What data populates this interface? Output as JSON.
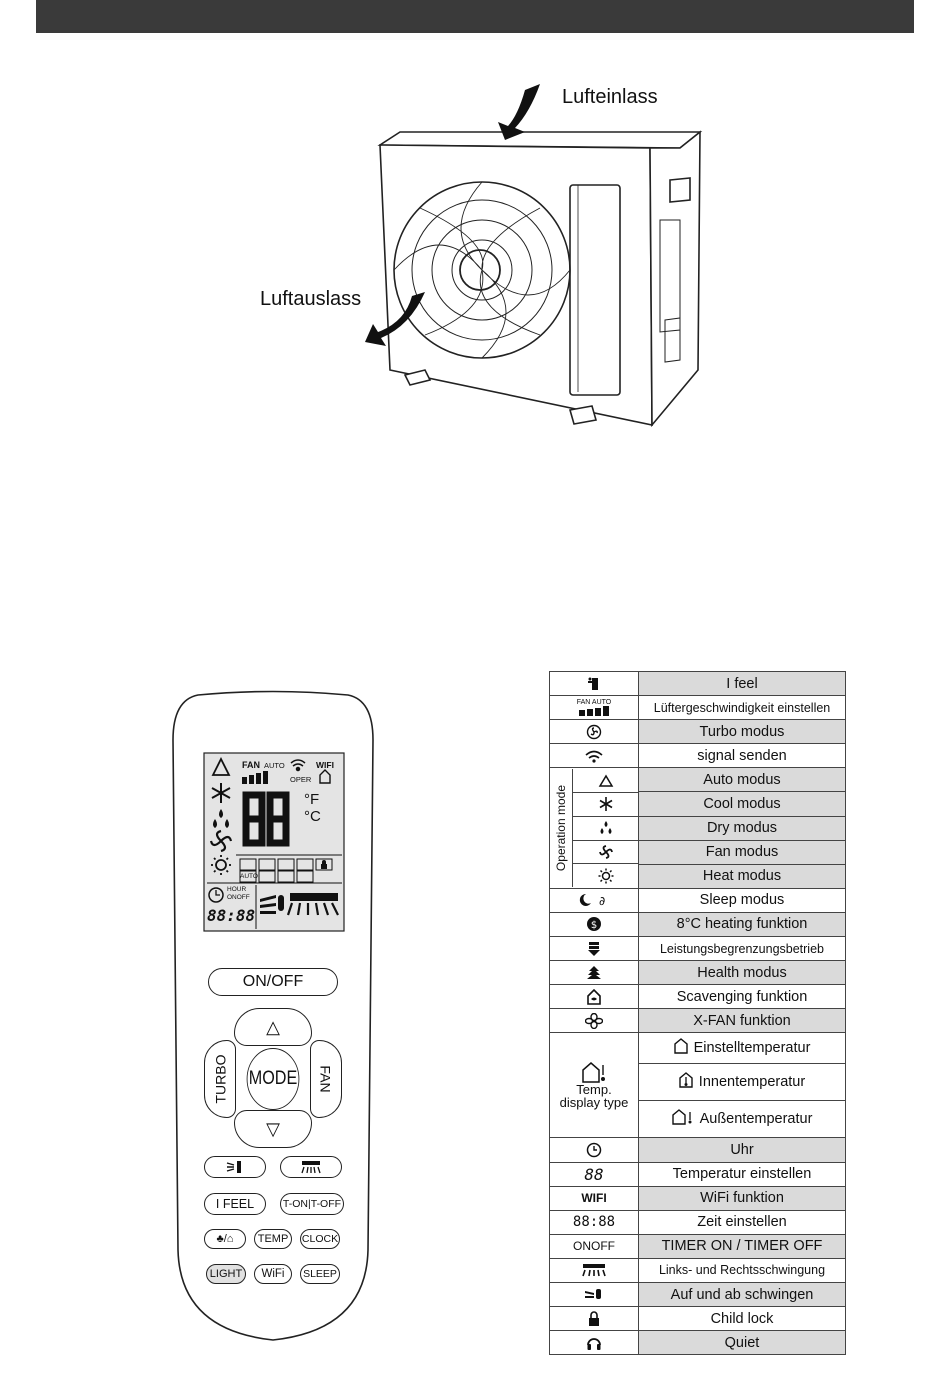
{
  "figure": {
    "air_inlet_label": "Lufteinlass",
    "air_outlet_label": "Luftauslass"
  },
  "remote": {
    "lcd": {
      "fan_label": "FAN",
      "auto_label": "AUTO",
      "wifi_label": "WIFI",
      "oper_label": "OPER",
      "digits": "88",
      "unit_f": "°F",
      "unit_c": "°C",
      "mode_auto": "AUTO",
      "hour_label": "HOUR",
      "onoff_label": "ONOFF",
      "clock_digits": "88:88"
    },
    "buttons": {
      "onoff": "ON/OFF",
      "up": "△",
      "down": "▽",
      "mode": "MODE",
      "turbo": "TURBO",
      "fan": "FAN",
      "i_feel": "I FEEL",
      "timer": "T-ON|T-OFF",
      "health": "♣/⌂",
      "temp": "TEMP",
      "clock": "CLOCK",
      "light": "LIGHT",
      "wifi": "WiFi",
      "sleep": "SLEEP"
    }
  },
  "legend": {
    "operation_mode_label": "Operation mode",
    "temp_display_label_1": "Temp.",
    "temp_display_label_2": "display type",
    "rows": [
      {
        "icon": "i-feel-icon",
        "text": "I feel"
      },
      {
        "icon": "fan-speed-icon",
        "icon_text": "FAN AUTO",
        "text": "Lüftergeschwindigkeit einstellen"
      },
      {
        "icon": "turbo-icon",
        "text": "Turbo modus"
      },
      {
        "icon": "signal-icon",
        "text": "signal senden"
      },
      {
        "icon": "auto-mode-icon",
        "text": "Auto modus"
      },
      {
        "icon": "cool-mode-icon",
        "text": "Cool modus"
      },
      {
        "icon": "dry-mode-icon",
        "text": "Dry modus"
      },
      {
        "icon": "fan-mode-icon",
        "text": "Fan modus"
      },
      {
        "icon": "heat-mode-icon",
        "text": "Heat modus"
      },
      {
        "icon": "sleep-icon",
        "text": "Sleep modus"
      },
      {
        "icon": "heating-8c-icon",
        "text": "8°C heating funktion"
      },
      {
        "icon": "power-limit-icon",
        "text": "Leistungsbegrenzungsbetrieb"
      },
      {
        "icon": "health-icon",
        "text": "Health modus"
      },
      {
        "icon": "scavenging-icon",
        "text": "Scavenging funktion"
      },
      {
        "icon": "xfan-icon",
        "text": "X-FAN funktion"
      },
      {
        "icon": "temp-set-icon",
        "text": "Einstelltemperatur"
      },
      {
        "icon": "temp-indoor-icon",
        "text": "Innentemperatur"
      },
      {
        "icon": "temp-outdoor-icon",
        "text": "Außentemperatur"
      },
      {
        "icon": "clock-icon",
        "text": "Uhr"
      },
      {
        "icon": "digits-icon",
        "icon_text": "88",
        "text": "Temperatur einstellen"
      },
      {
        "icon": "wifi-icon",
        "icon_text": "WIFI",
        "text": "WiFi funktion"
      },
      {
        "icon": "time-digits-icon",
        "icon_text": "88:88",
        "text": "Zeit einstellen"
      },
      {
        "icon": "onoff-icon",
        "icon_text": "ONOFF",
        "text": "TIMER ON / TIMER OFF"
      },
      {
        "icon": "swing-lr-icon",
        "text": "Links- und Rechtsschwingung"
      },
      {
        "icon": "swing-ud-icon",
        "text": "Auf und ab schwingen"
      },
      {
        "icon": "child-lock-icon",
        "text": "Child lock"
      },
      {
        "icon": "quiet-icon",
        "text": "Quiet"
      }
    ]
  }
}
